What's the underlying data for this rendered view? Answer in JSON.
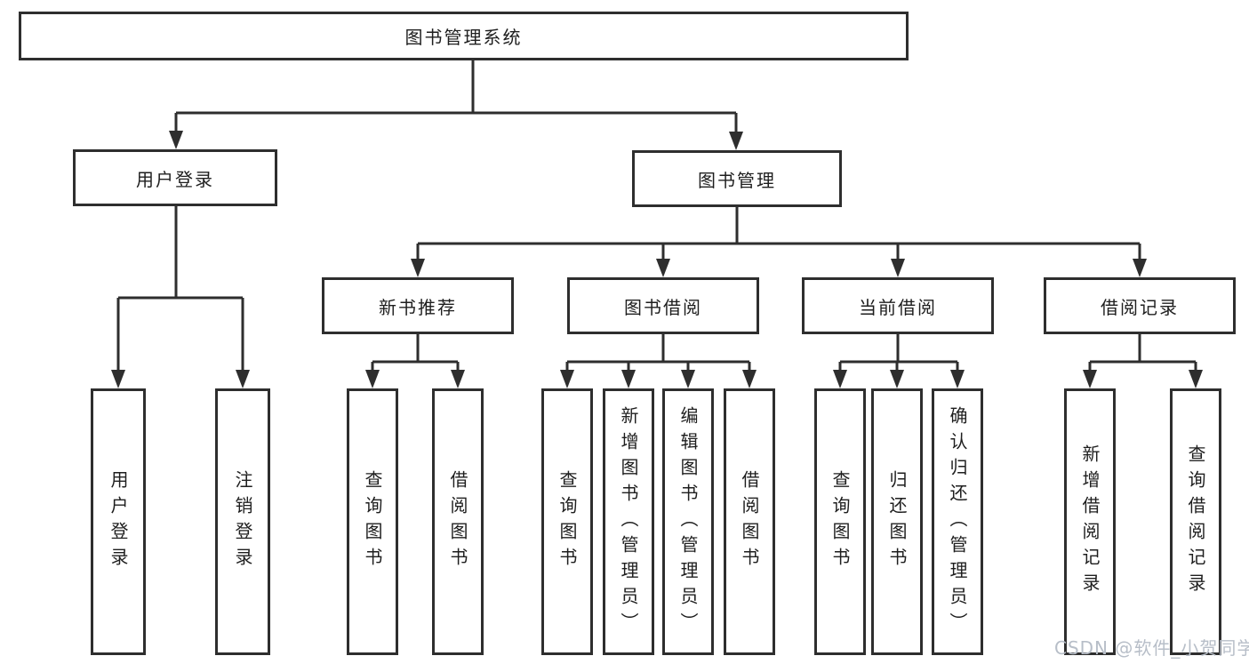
{
  "tree": {
    "label": "图书管理系统",
    "children": [
      {
        "label": "用户登录",
        "children": [
          {
            "label": "用户登录"
          },
          {
            "label": "注销登录"
          }
        ]
      },
      {
        "label": "图书管理",
        "children": [
          {
            "label": "新书推荐",
            "children": [
              {
                "label": "查询图书"
              },
              {
                "label": "借阅图书"
              }
            ]
          },
          {
            "label": "图书借阅",
            "children": [
              {
                "label": "查询图书"
              },
              {
                "label": "新增图书（管理员）"
              },
              {
                "label": "编辑图书（管理员）"
              },
              {
                "label": "借阅图书"
              }
            ]
          },
          {
            "label": "当前借阅",
            "children": [
              {
                "label": "查询图书"
              },
              {
                "label": "归还图书"
              },
              {
                "label": "确认归还（管理员）"
              }
            ]
          },
          {
            "label": "借阅记录",
            "children": [
              {
                "label": "新增借阅记录"
              },
              {
                "label": "查询借阅记录"
              }
            ]
          }
        ]
      }
    ]
  },
  "watermark": {
    "text": "CSDN @软件_小贺同学"
  },
  "colors": {
    "line": "#2e2e2e",
    "text": "#1e1e1e",
    "node_background": "#ffffff",
    "page_background": "#ffffff",
    "watermark": "#b7bec8"
  }
}
